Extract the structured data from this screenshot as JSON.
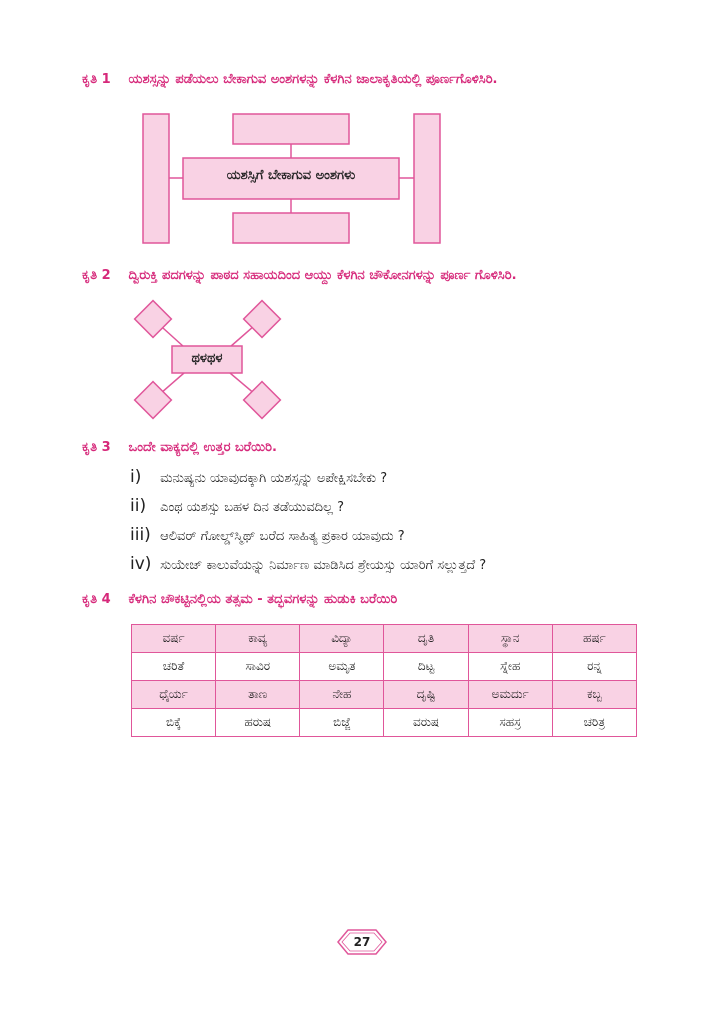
{
  "task1": {
    "label": "ಕೃತಿ 1",
    "instruction": "ಯಶಸ್ಸನ್ನು ಪಡೆಯಲು ಬೇಕಾಗುವ ಅಂಶಗಳನ್ನು ಕೆಳಗಿನ ಜಾಲಾಕೃತಿಯಲ್ಲಿ ಪೂರ್ಣಗೊಳಿಸಿರಿ.",
    "center_label": "ಯಶಸ್ಸಿಗೆ ಬೇಕಾಗುವ ಅಂಶಗಳು"
  },
  "task2": {
    "label": "ಕೃತಿ 2",
    "instruction": "ದ್ವಿರುಕ್ತಿ ಪದಗಳನ್ನು ಪಾಠದ ಸಹಾಯದಿಂದ ಆಯ್ದು ಕೆಳಗಿನ ಚೌಕೋನಗಳನ್ನು  ಪೂರ್ಣ ಗೊಳಿಸಿರಿ.",
    "center_label": "ಥಳಥಳ"
  },
  "task3": {
    "label": "ಕೃತಿ 3",
    "instruction": "ಒಂದೇ ವಾಕ್ಯದಲ್ಲಿ ಉತ್ತರ ಬರೆಯಿರಿ.",
    "questions": [
      {
        "num": "i)",
        "text": "ಮನುಷ್ಯನು ಯಾವುದಕ್ಕಾಗಿ ಯಶಸ್ಸನ್ನು ಅಪೇಕ್ಷಿಸಬೇಕು ?"
      },
      {
        "num": "ii)",
        "text": "ಎಂಥ ಯಶಸ್ಸು ಬಹಳ ದಿನ ತಡೆಯುವದಿಲ್ಲ ?"
      },
      {
        "num": "iii)",
        "text": "ಆಲಿವರ್ ಗೋಲ್ಡ್‌ಸ್ಮಿಥ್ ಬರೆದ ಸಾಹಿತ್ಯ ಪ್ರಕಾರ ಯಾವುದು ?"
      },
      {
        "num": "iv)",
        "text": "ಸುಯೇಜ್ ಕಾಲುವೆಯನ್ನು ನಿರ್ಮಾಣ ಮಾಡಿಸಿದ ಶ್ರೇಯಸ್ಸು ಯಾರಿಗೆ ಸಲ್ಲುತ್ತದೆ ?"
      }
    ]
  },
  "task4": {
    "label": "ಕೃತಿ 4",
    "instruction": "ಕೆಳಗಿನ ಚೌಕಟ್ಟಿನಲ್ಲಿಯ ತತ್ಸಮ - ತದ್ಭವಗಳನ್ನು ಹುಡುಕಿ ಬರೆಯಿರಿ",
    "rows": [
      [
        "ವರ್ಷ",
        "ಕಾವ್ಯ",
        "ವಿದ್ಯಾ",
        "ದೃತಿ",
        "ಸ್ಥಾನ",
        "ಹರ್ಷ"
      ],
      [
        "ಚರಿತೆ",
        "ಸಾವಿರ",
        "ಅಮೃತ",
        "ದಿಟ್ಟ",
        "ಸ್ನೇಹ",
        "ರನ್ನ"
      ],
      [
        "ಧೈರ್ಯ",
        "ತಾಣ",
        "ನೇಹ",
        "ದೃಷ್ಟಿ",
        "ಅಮರ್ದು",
        "ಕಬ್ಬ"
      ],
      [
        "ಬಿಕ್ಕೆ",
        "ಹರುಷ",
        "ಬಿಜ್ಜೆ",
        "ವರುಷ",
        "ಸಹಸ್ರ",
        "ಚರಿತ್ರ"
      ]
    ]
  },
  "page_number": "27",
  "colors": {
    "accent": "#d6287a",
    "box_fill": "#f9d2e4",
    "box_stroke": "#e0569a"
  }
}
